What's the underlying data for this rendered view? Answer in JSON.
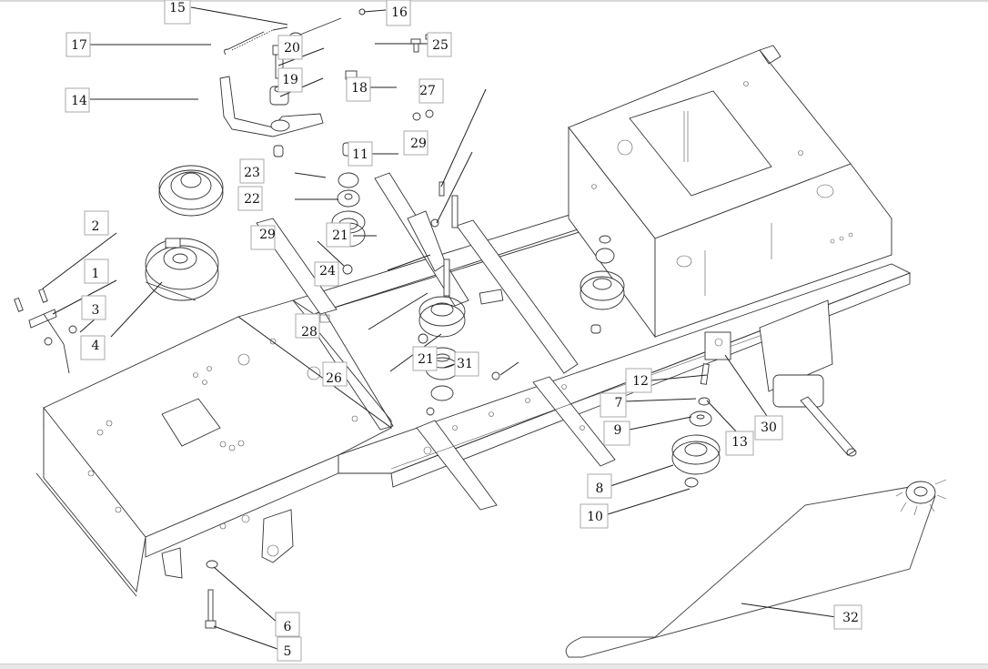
{
  "diagram": {
    "type": "exploded-parts-diagram",
    "subject": "riding mower chassis frame, deck drive pulleys and belt",
    "callouts": [
      {
        "id": "c15",
        "label": "15"
      },
      {
        "id": "c16",
        "label": "16"
      },
      {
        "id": "c17",
        "label": "17"
      },
      {
        "id": "c20",
        "label": "20"
      },
      {
        "id": "c25",
        "label": "25"
      },
      {
        "id": "c19",
        "label": "19"
      },
      {
        "id": "c18",
        "label": "18"
      },
      {
        "id": "c14",
        "label": "14"
      },
      {
        "id": "c27",
        "label": "27"
      },
      {
        "id": "c11",
        "label": "11"
      },
      {
        "id": "c29a",
        "label": "29"
      },
      {
        "id": "c23",
        "label": "23"
      },
      {
        "id": "c22",
        "label": "22"
      },
      {
        "id": "c21a",
        "label": "21"
      },
      {
        "id": "c29b",
        "label": "29"
      },
      {
        "id": "c24",
        "label": "24"
      },
      {
        "id": "c2",
        "label": "2"
      },
      {
        "id": "c1",
        "label": "1"
      },
      {
        "id": "c3",
        "label": "3"
      },
      {
        "id": "c4",
        "label": "4"
      },
      {
        "id": "c28",
        "label": "28"
      },
      {
        "id": "c26",
        "label": "26"
      },
      {
        "id": "c21b",
        "label": "21"
      },
      {
        "id": "c31",
        "label": "31"
      },
      {
        "id": "c12",
        "label": "12"
      },
      {
        "id": "c7",
        "label": "7"
      },
      {
        "id": "c13",
        "label": "13"
      },
      {
        "id": "c9",
        "label": "9"
      },
      {
        "id": "c30",
        "label": "30"
      },
      {
        "id": "c8",
        "label": "8"
      },
      {
        "id": "c10",
        "label": "10"
      },
      {
        "id": "c32",
        "label": "32"
      },
      {
        "id": "c6",
        "label": "6"
      },
      {
        "id": "c5",
        "label": "5"
      }
    ]
  }
}
